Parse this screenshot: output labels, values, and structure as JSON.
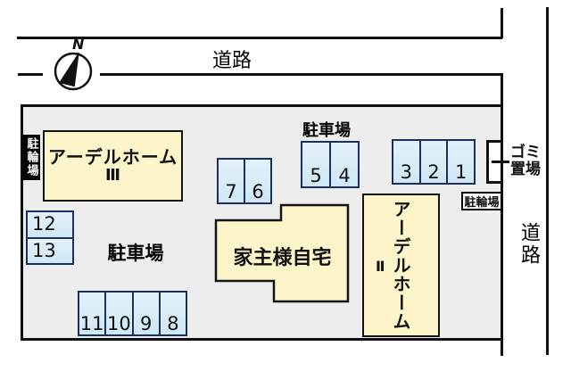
{
  "compass": {
    "north_label": "N"
  },
  "roads": {
    "top": "道路",
    "right": "道路"
  },
  "labels": {
    "parking_main": "駐車場",
    "parking_top": "駐車場",
    "bicycle_left": "駐輪場",
    "bicycle_right": "駐輪場",
    "garbage_line1": "ゴミ",
    "garbage_line2": "置場"
  },
  "buildings": {
    "aderu_home_3": {
      "name": "アーデルホーム",
      "numeral": "Ⅲ"
    },
    "aderu_home_2": {
      "name": "アーデルホーム",
      "numeral": "Ⅱ"
    },
    "owner_house": {
      "name": "家主様自宅"
    }
  },
  "spaces": {
    "s1": "1",
    "s2": "2",
    "s3": "3",
    "s4": "4",
    "s5": "5",
    "s6": "6",
    "s7": "7",
    "s8": "8",
    "s9": "9",
    "s10": "10",
    "s11": "11",
    "s12": "12",
    "s13": "13"
  },
  "colors": {
    "site_fill": "#ededee",
    "building_fill": "#fbf5c9",
    "space_fill": "#d5ebf8",
    "space_border": "#1d2f5f",
    "line": "#111111"
  }
}
